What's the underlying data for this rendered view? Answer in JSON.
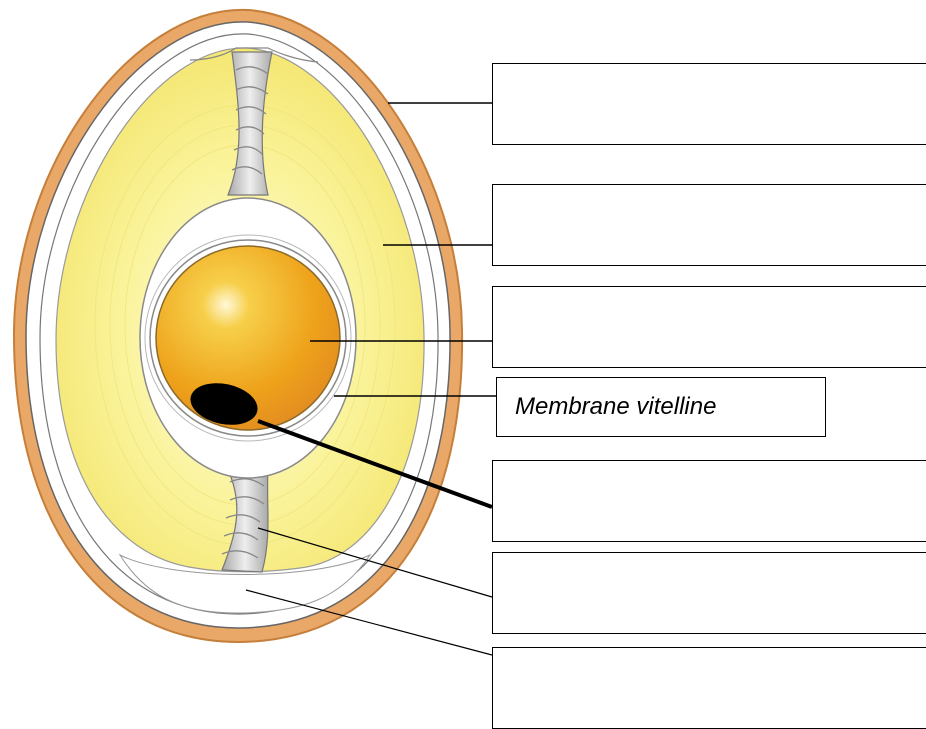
{
  "diagram": {
    "labels": [
      {
        "id": "shell",
        "text": ""
      },
      {
        "id": "albumen",
        "text": ""
      },
      {
        "id": "yolk",
        "text": ""
      },
      {
        "id": "vitelline-membrane",
        "text": "Membrane vitelline"
      },
      {
        "id": "germinal-disc",
        "text": ""
      },
      {
        "id": "chalaza",
        "text": ""
      },
      {
        "id": "air-cell",
        "text": ""
      }
    ],
    "colors": {
      "shell_outer": "#e8a25c",
      "albumen": "#f6ef9a",
      "yolk": "#f2b317",
      "chalaza": "#cfcfcf",
      "germinal_disc": "#000000"
    }
  }
}
